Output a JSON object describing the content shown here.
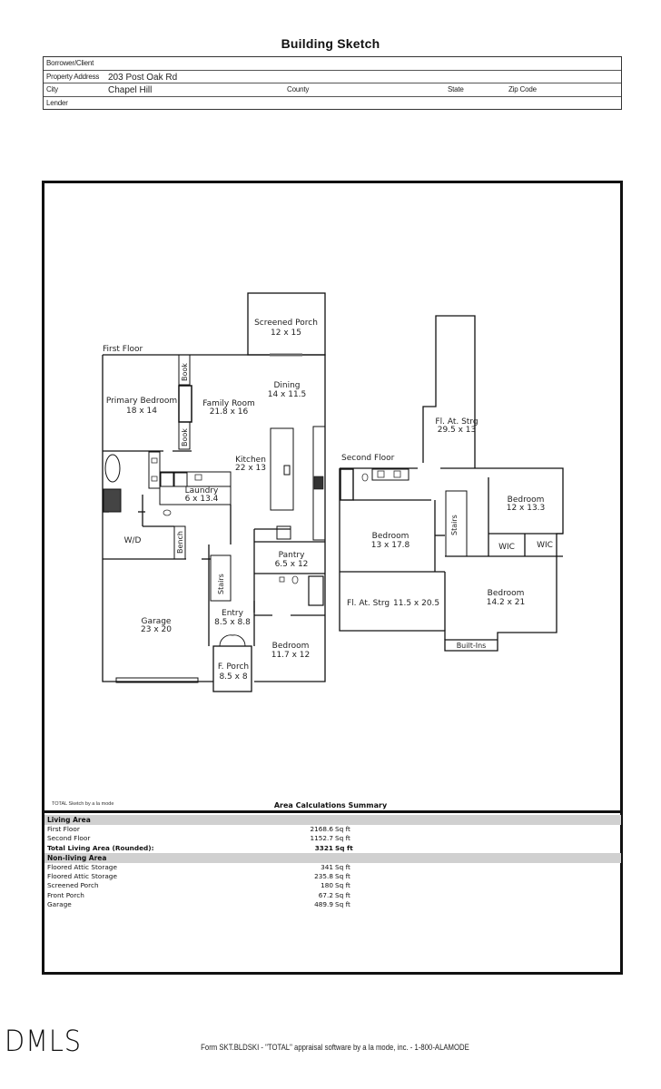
{
  "page": {
    "title": "Building Sketch"
  },
  "header": {
    "borrower_label": "Borrower/Client",
    "borrower_value": "",
    "address_label": "Property Address",
    "address_value": "203 Post Oak Rd",
    "city_label": "City",
    "city_value": "Chapel Hill",
    "county_label": "County",
    "state_label": "State",
    "zip_label": "Zip Code",
    "lender_label": "Lender"
  },
  "sketch": {
    "first_floor": {
      "label": "First Floor",
      "rooms": [
        {
          "name": "Screened Porch",
          "dims": "12 x 15"
        },
        {
          "name": "Primary Bedroom",
          "dims": "18 x 14"
        },
        {
          "name": "Family Room",
          "dims": "21.8 x 16"
        },
        {
          "name": "Dining",
          "dims": "14 x 11.5"
        },
        {
          "name": "Kitchen",
          "dims": "22 x 13"
        },
        {
          "name": "Laundry",
          "dims": "6 x 13.4"
        },
        {
          "name": "W/D",
          "dims": ""
        },
        {
          "name": "Pantry",
          "dims": "6.5 x 12"
        },
        {
          "name": "Garage",
          "dims": "23 x 20"
        },
        {
          "name": "Entry",
          "dims": "8.5 x 8.8"
        },
        {
          "name": "Bedroom",
          "dims": "11.7 x 12"
        },
        {
          "name": "F. Porch",
          "dims": "8.5 x 8"
        }
      ],
      "features": [
        "Book",
        "Book",
        "Bench",
        "Stairs"
      ]
    },
    "second_floor": {
      "label": "Second Floor",
      "rooms": [
        {
          "name": "Fl. At. Strg",
          "dims": "29.5 x 13"
        },
        {
          "name": "Bedroom",
          "dims": "12 x 13.3"
        },
        {
          "name": "Bedroom",
          "dims": "13 x 17.8"
        },
        {
          "name": "WIC",
          "dims": ""
        },
        {
          "name": "WIC",
          "dims": ""
        },
        {
          "name": "Fl. At. Strg",
          "dims": "11.5 x 20.5"
        },
        {
          "name": "Bedroom",
          "dims": "14.2 x 21"
        }
      ],
      "features": [
        "Stairs",
        "Built-Ins"
      ]
    }
  },
  "summary": {
    "credit": "TOTAL Sketch by a la mode",
    "title": "Area Calculations Summary",
    "living_header": "Living Area",
    "living_rows": [
      {
        "label": "First Floor",
        "value": "2168.6",
        "unit": "Sq ft"
      },
      {
        "label": "Second Floor",
        "value": "1152.7",
        "unit": "Sq ft"
      }
    ],
    "total_label": "Total Living Area (Rounded):",
    "total_value": "3321",
    "total_unit": "Sq ft",
    "nonliving_header": "Non-living Area",
    "nonliving_rows": [
      {
        "label": "Floored Attic Storage",
        "value": "341",
        "unit": "Sq ft"
      },
      {
        "label": "Floored Attic Storage",
        "value": "235.8",
        "unit": "Sq ft"
      },
      {
        "label": "Screened Porch",
        "value": "180",
        "unit": "Sq ft"
      },
      {
        "label": "Front Porch",
        "value": "67.2",
        "unit": "Sq ft"
      },
      {
        "label": "Garage",
        "value": "489.9",
        "unit": "Sq ft"
      }
    ]
  },
  "footer": {
    "logo": "DMLS",
    "form_text": "Form SKT.BLDSKI - \"TOTAL\" appraisal software by a la mode, inc. - 1-800-ALAMODE"
  }
}
